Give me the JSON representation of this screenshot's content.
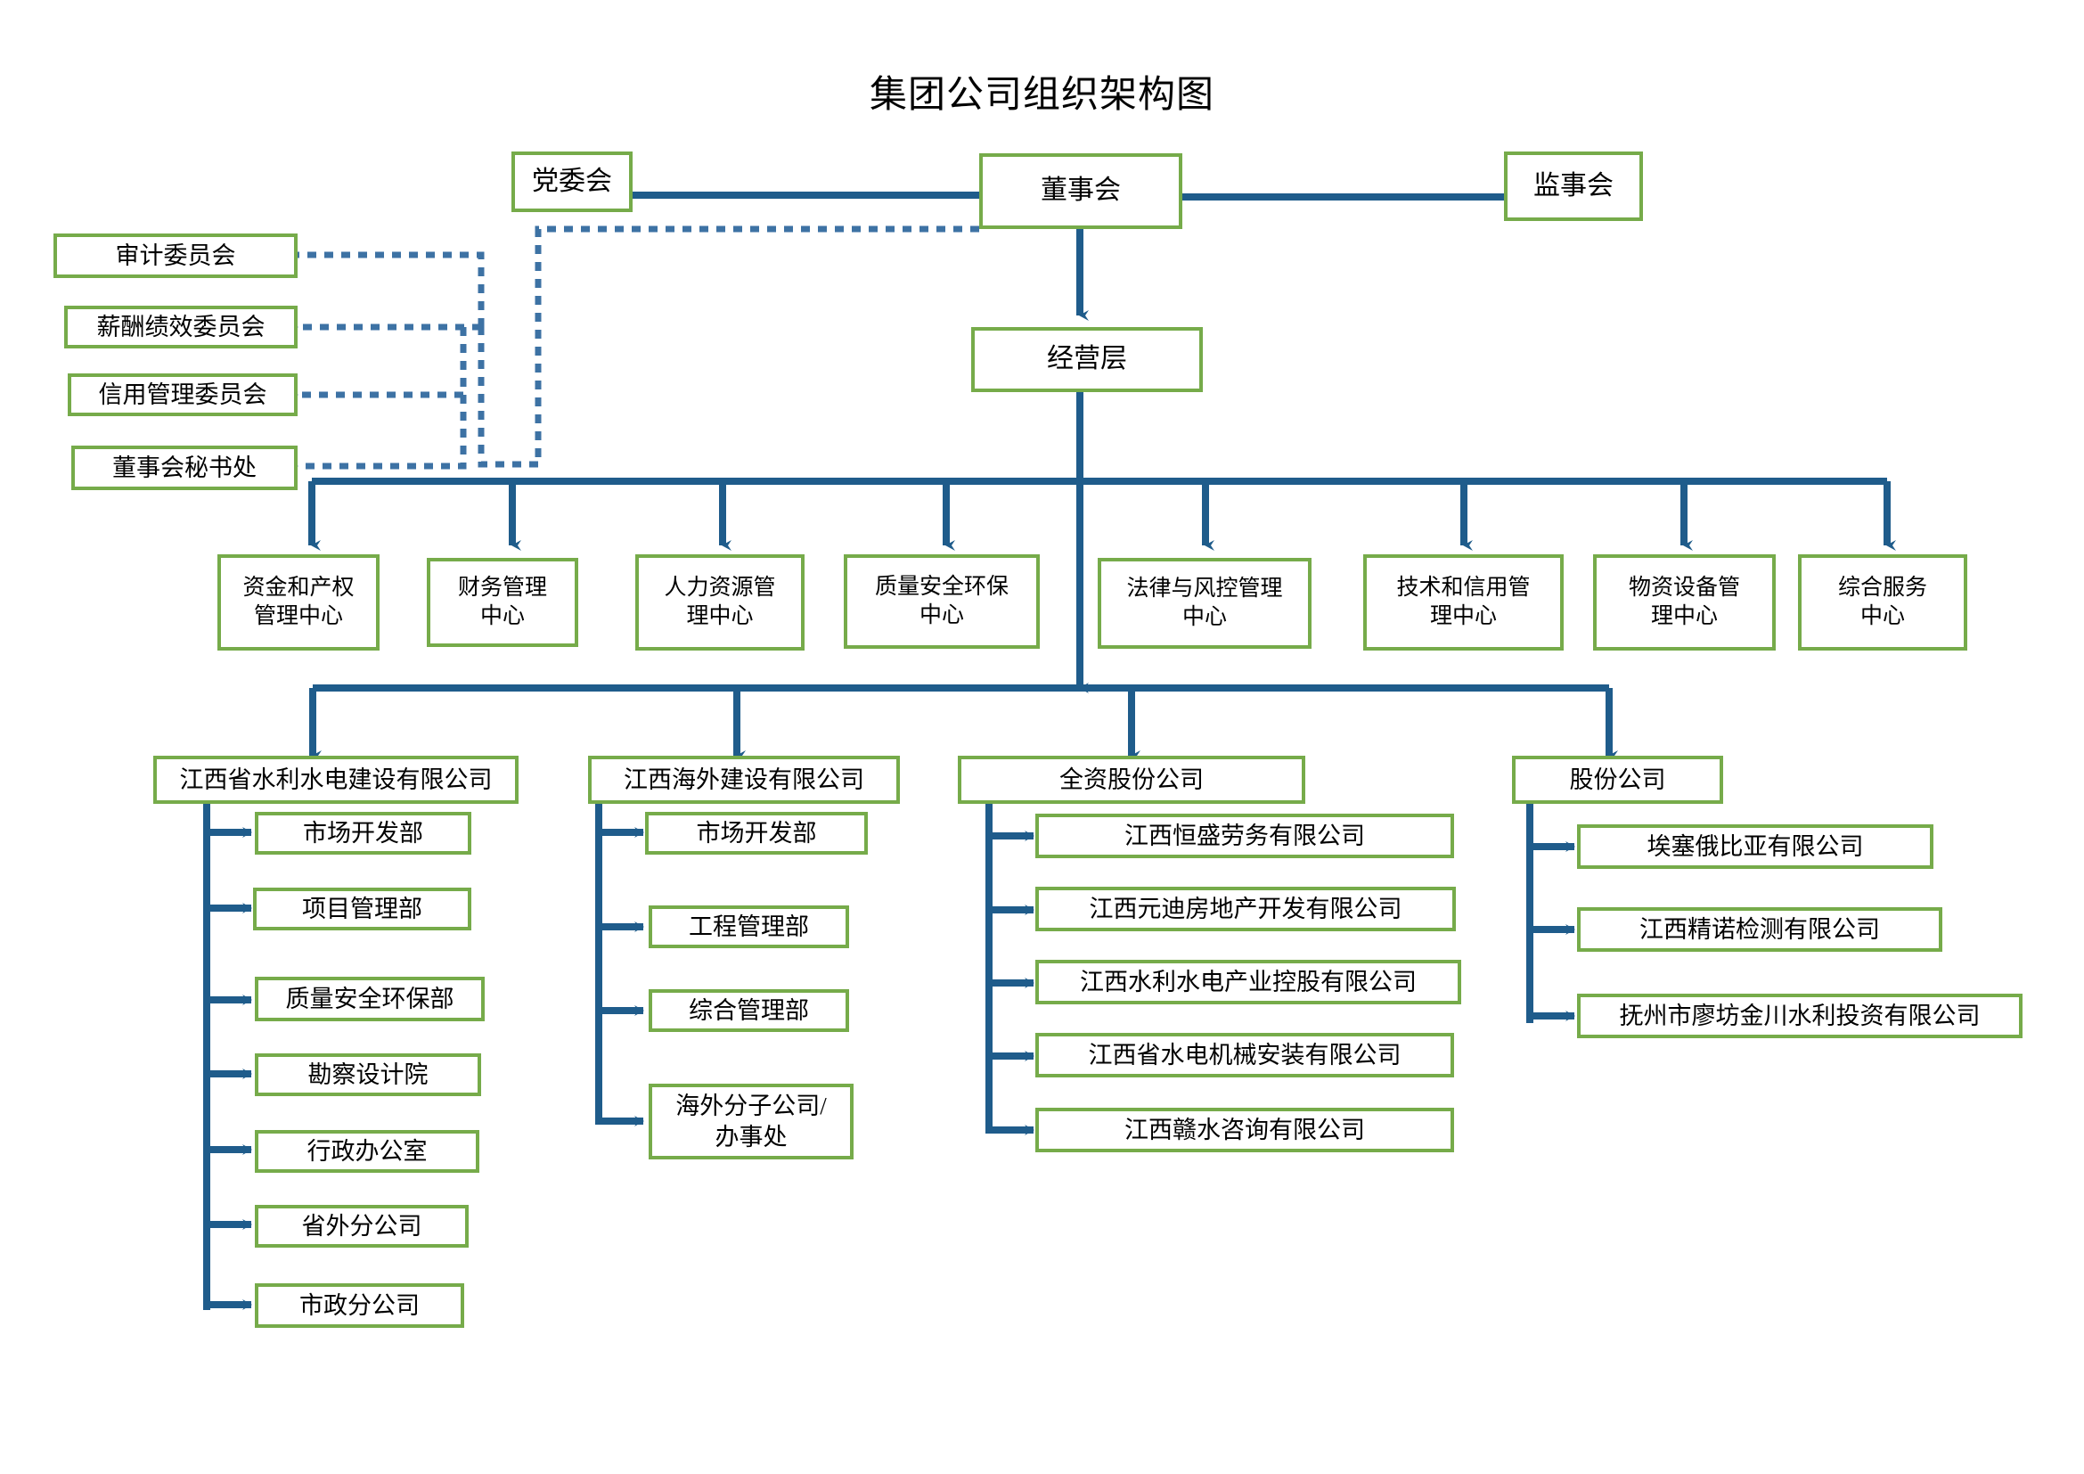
{
  "title": "集团公司组织架构图",
  "colors": {
    "box_border": "#76ab4a",
    "connector": "#1f5c8b",
    "dotted_connector": "#3d72a4",
    "background": "#ffffff",
    "text": "#000000"
  },
  "top_level": {
    "party_committee": "党委会",
    "board_of_directors": "董事会",
    "supervisory_board": "监事会",
    "management_layer": "经营层"
  },
  "board_committees": [
    {
      "label": "审计委员会"
    },
    {
      "label": "薪酬绩效委员会"
    },
    {
      "label": "信用管理委员会"
    },
    {
      "label": "董事会秘书处"
    }
  ],
  "centers": [
    {
      "label": "资金和产权\n管理中心"
    },
    {
      "label": "财务管理\n中心"
    },
    {
      "label": "人力资源管\n理中心"
    },
    {
      "label": "质量安全环保\n中心"
    },
    {
      "label": "法律与风控管理\n中心"
    },
    {
      "label": "技术和信用管\n理中心"
    },
    {
      "label": "物资设备管\n理中心"
    },
    {
      "label": "综合服务\n中心"
    }
  ],
  "subsidiaries": [
    {
      "header": "江西省水利水电建设有限公司",
      "children": [
        {
          "label": "市场开发部"
        },
        {
          "label": "项目管理部"
        },
        {
          "label": "质量安全环保部"
        },
        {
          "label": "勘察设计院"
        },
        {
          "label": "行政办公室"
        },
        {
          "label": "省外分公司"
        },
        {
          "label": "市政分公司"
        }
      ]
    },
    {
      "header": "江西海外建设有限公司",
      "children": [
        {
          "label": "市场开发部"
        },
        {
          "label": "工程管理部"
        },
        {
          "label": "综合管理部"
        },
        {
          "label": "海外分子公司/\n办事处"
        }
      ]
    },
    {
      "header": "全资股份公司",
      "children": [
        {
          "label": "江西恒盛劳务有限公司"
        },
        {
          "label": "江西元迪房地产开发有限公司"
        },
        {
          "label": "江西水利水电产业控股有限公司"
        },
        {
          "label": "江西省水电机械安装有限公司"
        },
        {
          "label": "江西赣水咨询有限公司"
        }
      ]
    },
    {
      "header": "股份公司",
      "children": [
        {
          "label": "埃塞俄比亚有限公司"
        },
        {
          "label": "江西精诺检测有限公司"
        },
        {
          "label": "抚州市廖坊金川水利投资有限公司"
        }
      ]
    }
  ]
}
